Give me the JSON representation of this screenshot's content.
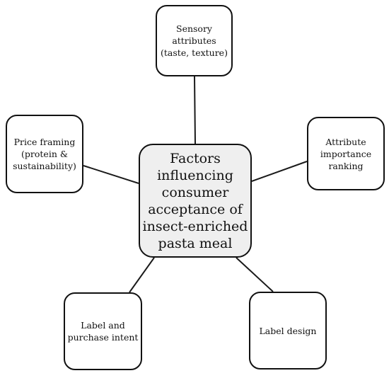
{
  "center": {
    "label": "Factors\ninfluencing\nconsumer\nacceptance of\ninsect-enriched\npasta meal"
  },
  "factors": [
    {
      "label": "Sensory\nattributes\n(taste, texture)"
    },
    {
      "label": "Price framing\n(protein &\nsustainability)"
    },
    {
      "label": "Attribute\nimportance\nranking"
    },
    {
      "label": "Label and\npurchase intent"
    },
    {
      "label": "Label design"
    }
  ],
  "colors": {
    "center_fill": "#efefef",
    "box_fill": "#ffffff",
    "stroke": "#111111"
  }
}
